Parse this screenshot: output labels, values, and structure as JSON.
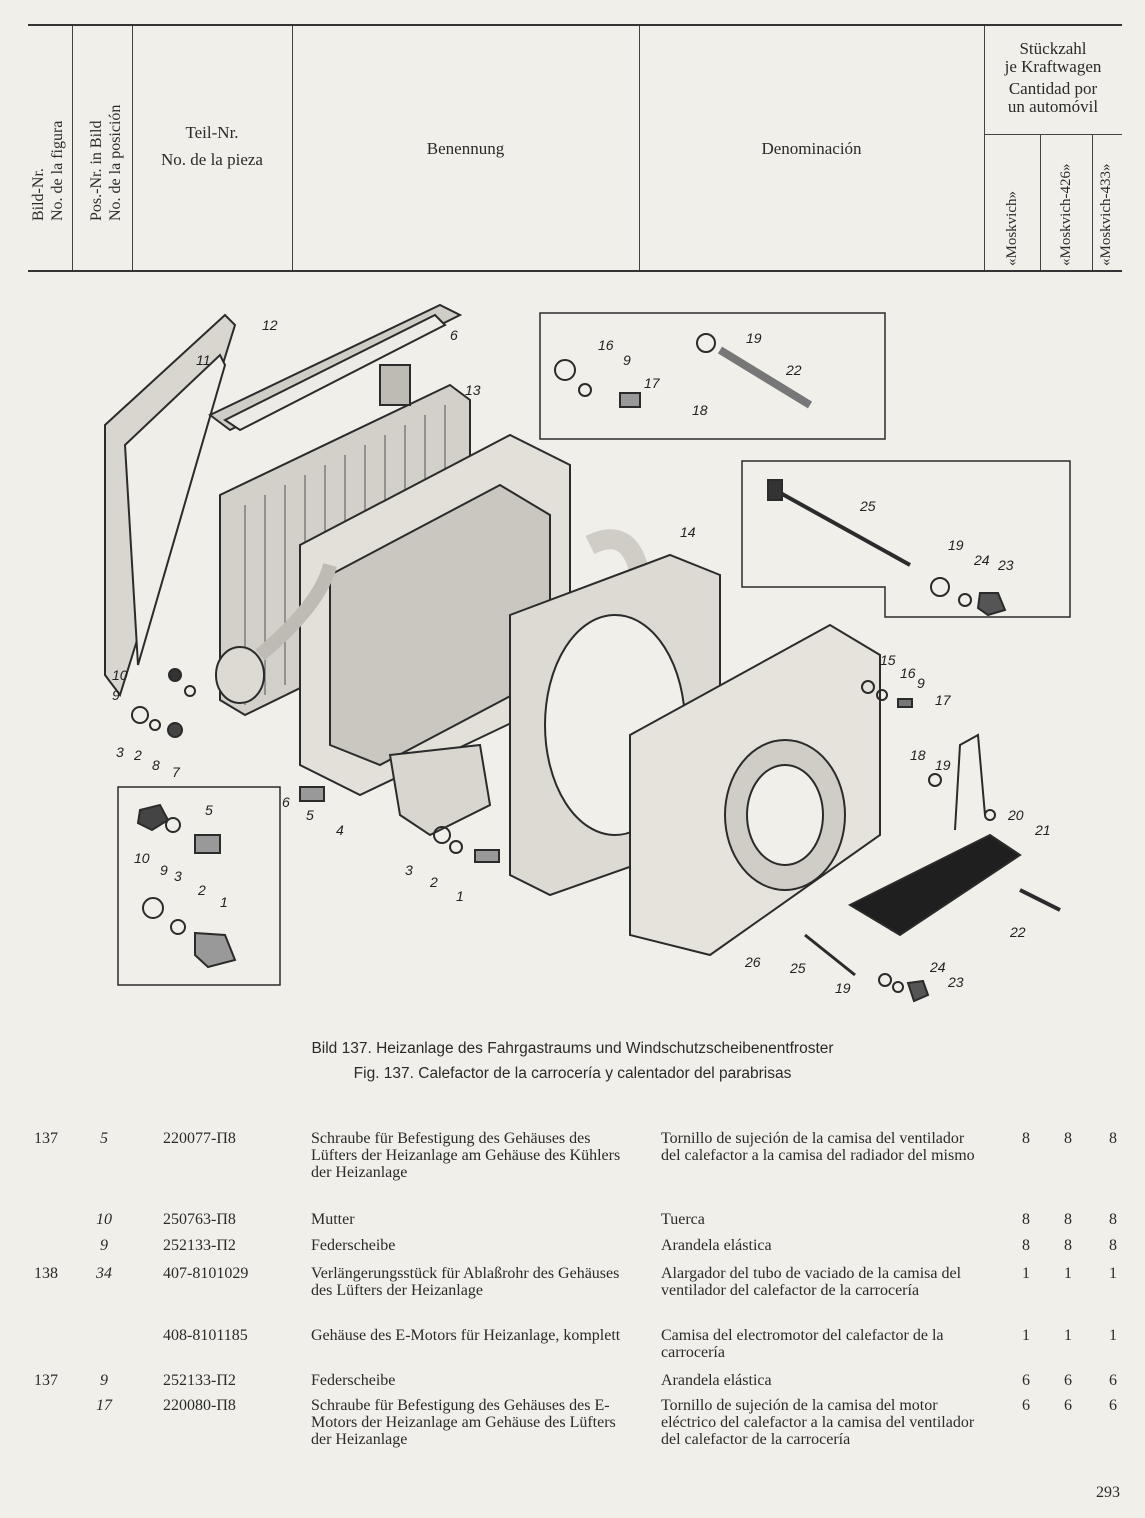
{
  "header": {
    "col_fig": [
      "Bild-Nr.",
      "No. de la figura"
    ],
    "col_pos": [
      "Pos.-Nr. in Bild",
      "No. de la posición"
    ],
    "col_part": [
      "Teil-Nr.",
      "No. de la pieza"
    ],
    "col_de": "Benennung",
    "col_es": "Denominación",
    "col_qty": [
      "Stückzahl",
      "je Kraftwagen",
      "Cantidad por",
      "un automóvil"
    ],
    "models": [
      "«Moskvich»",
      "«Moskvich-426»",
      "«Moskvich-433»"
    ]
  },
  "figure": {
    "labels": [
      "1",
      "2",
      "3",
      "4",
      "5",
      "6",
      "7",
      "8",
      "9",
      "10",
      "11",
      "12",
      "13",
      "14",
      "15",
      "16",
      "17",
      "18",
      "19",
      "20",
      "21",
      "22",
      "23",
      "24",
      "25",
      "26"
    ]
  },
  "caption": {
    "de": "Bild 137. Heizanlage des Fahrgastraums und Windschutzscheibenentfroster",
    "es": "Fig. 137. Calefactor de la carrocería y calentador del parabrisas"
  },
  "rows": [
    {
      "fig": "137",
      "pos": "5",
      "part": "220077-П8",
      "de": "Schraube für Befestigung des Gehäuses des Lüfters der Heizanlage am Gehäuse des Kühlers der Heizanlage",
      "es": "Tornillo de sujeción de la camisa del ventilador del calefactor a la camisa del radiador del mismo",
      "q1": "8",
      "q2": "8",
      "q3": "8"
    },
    {
      "fig": "",
      "pos": "10",
      "part": "250763-П8",
      "de": "Mutter",
      "es": "Tuerca",
      "q1": "8",
      "q2": "8",
      "q3": "8"
    },
    {
      "fig": "",
      "pos": "9",
      "part": "252133-П2",
      "de": "Federscheibe",
      "es": "Arandela elástica",
      "q1": "8",
      "q2": "8",
      "q3": "8"
    },
    {
      "fig": "138",
      "pos": "34",
      "part": "407-8101029",
      "de": "Verlängerungsstück für Ablaßrohr des Gehäuses des Lüfters der Heizanlage",
      "es": "Alargador del tubo de vaciado de la camisa del ventilador del calefactor de la carrocería",
      "q1": "1",
      "q2": "1",
      "q3": "1"
    },
    {
      "fig": "",
      "pos": "",
      "part": "408-8101185",
      "de": "Gehäuse des E-Motors für Heizanlage, komplett",
      "es": "Camisa del electromotor del calefactor de la carrocería",
      "q1": "1",
      "q2": "1",
      "q3": "1"
    },
    {
      "fig": "137",
      "pos": "9",
      "part": "252133-П2",
      "de": "Federscheibe",
      "es": "Arandela elástica",
      "q1": "6",
      "q2": "6",
      "q3": "6"
    },
    {
      "fig": "",
      "pos": "17",
      "part": "220080-П8",
      "de": "Schraube für Befestigung des Gehäuses des E-Motors der Heizanlage am Gehäuse des Lüfters der Heizanlage",
      "es": "Tornillo de sujeción de la camisa del motor eléctrico del calefactor a la camisa del ventilador del calefactor de la carrocería",
      "q1": "6",
      "q2": "6",
      "q3": "6"
    }
  ],
  "page_number": "293"
}
